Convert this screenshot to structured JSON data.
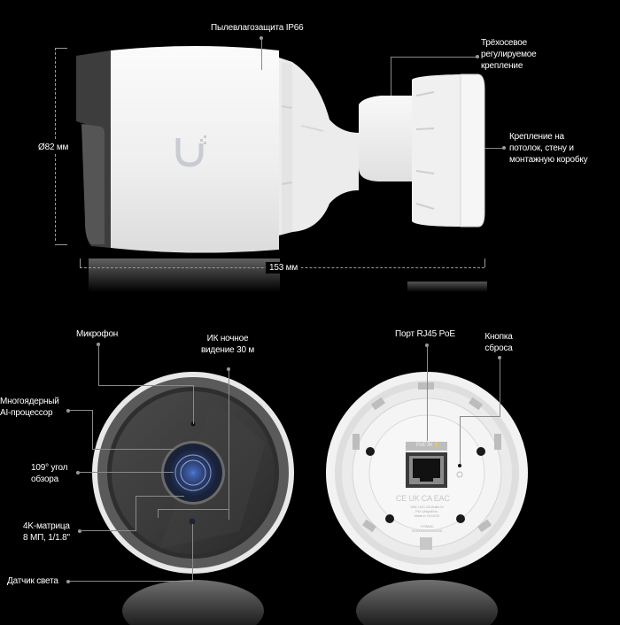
{
  "side_view": {
    "labels": {
      "ingress": "Пылевлагозащита IP66",
      "mount_3axis": [
        "Трёхосевое",
        "регулируемое",
        "крепление"
      ],
      "mount_surfaces": [
        "Крепление на",
        "потолок, стену и",
        "монтажную коробку"
      ],
      "diameter": "Ø82 мм",
      "length": "153 мм"
    },
    "logo": "U"
  },
  "front_view": {
    "labels": {
      "microphone": "Микрофон",
      "ir": [
        "ИК ночное",
        "видение 30 м"
      ],
      "processor": [
        "Многоядерный",
        "AI-процессор"
      ],
      "fov": [
        "109° угол",
        "обзора"
      ],
      "sensor": [
        "4K-матрица",
        "8 МП, 1/1.8\""
      ],
      "light_sensor": "Датчик света"
    }
  },
  "back_view": {
    "labels": {
      "port": "Порт RJ45 PoE",
      "reset": [
        "Кнопка",
        "сброса"
      ]
    },
    "port_label": "PoE IN ⚡",
    "model_text": [
      "M/N: UVC-G5-Bullet-W",
      "FW: Ubiquiti Inc.",
      "Made in XXXXXX"
    ],
    "serial_text": [
      "YYWWC",
      "XXXXXXXXXXXXXX"
    ],
    "cert_marks": "CE UK CA EAC"
  },
  "colors": {
    "background": "#000000",
    "body_white": "#f2f2f2",
    "front_dark": "#3a3a3a",
    "lens_blue": "#2a3d6b",
    "leader_line": "#8a8a8a",
    "text": "#ffffff"
  }
}
